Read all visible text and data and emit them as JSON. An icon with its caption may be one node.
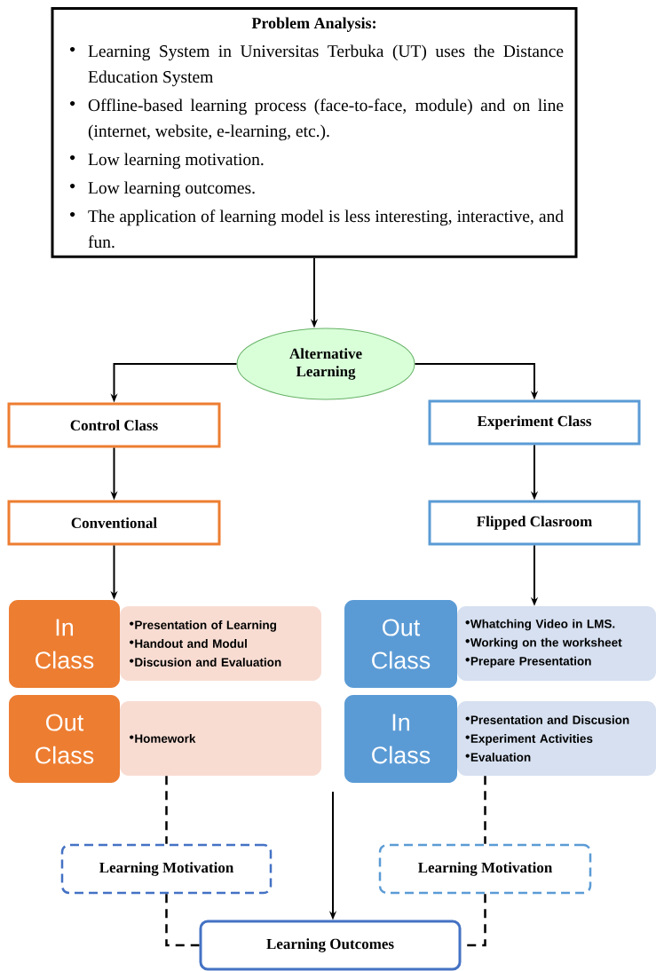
{
  "diagram": {
    "nodes": [
      {
        "text": [
          "Problem Analysis:",
          "Learning System in Universitas Terbuka (UT) uses the Distance Education System",
          "Offline-based learning process (face-to-face, module) and on line (internet, website, e-learning, etc.).",
          "Low learning motivation.",
          "Low learning outcomes.",
          "The application of learning model is less interesting, interactive, and fun."
        ]
      },
      {
        "text": [
          "Alternative Learning"
        ]
      },
      {
        "text": [
          "Control Class"
        ]
      },
      {
        "text": [
          "Experiment Class"
        ]
      },
      {
        "text": [
          "Conventional"
        ]
      },
      {
        "text": [
          "Flipped Clasroom"
        ]
      },
      {
        "text": [
          "In Class"
        ]
      },
      {
        "text": [
          "Presentation of Learning",
          "Handout and Modul",
          "Discusion and Evaluation"
        ]
      },
      {
        "text": [
          "Out Class"
        ]
      },
      {
        "text": [
          "Homework"
        ]
      },
      {
        "text": [
          "Out Class"
        ]
      },
      {
        "text": [
          "Whatching Video in LMS.",
          "Working on the worksheet",
          "Prepare Presentation"
        ]
      },
      {
        "text": [
          "In Class"
        ]
      },
      {
        "text": [
          "Presentation and Discusion",
          "Experiment Activities",
          "Evaluation"
        ]
      },
      {
        "text": [
          "Learning Motivation"
        ]
      },
      {
        "text": [
          "Learning Motivation"
        ]
      },
      {
        "text": [
          "Learning Outcomes"
        ]
      }
    ],
    "edges": [
      {
        "from": 0,
        "to": 1,
        "arrow": "to"
      },
      {
        "from": 1,
        "to": 2,
        "arrow": "to"
      },
      {
        "from": 1,
        "to": 3,
        "arrow": "to"
      },
      {
        "from": 2,
        "to": 4,
        "arrow": "to"
      },
      {
        "from": 3,
        "to": 5,
        "arrow": "to"
      },
      {
        "from": 4,
        "to": 6,
        "arrow": "to"
      },
      {
        "from": 5,
        "to": 11,
        "arrow": "to"
      },
      {
        "from": null,
        "to": 16,
        "arrow": "to"
      },
      {
        "from": 9,
        "to": 14,
        "arrow": "none",
        "style": "dashed"
      },
      {
        "from": 13,
        "to": 15,
        "arrow": "none",
        "style": "dashed"
      },
      {
        "from": 14,
        "to": 16,
        "arrow": "none",
        "style": "dashed"
      },
      {
        "from": 15,
        "to": 16,
        "arrow": "none",
        "style": "dashed"
      }
    ]
  }
}
